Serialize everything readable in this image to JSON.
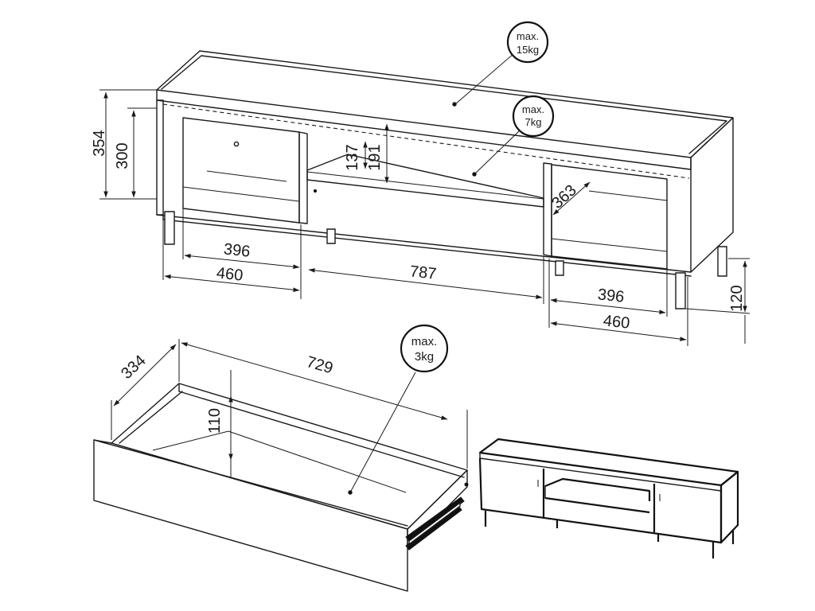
{
  "cabinet": {
    "height_total": "354",
    "height_inner": "300",
    "shelf_upper": "137",
    "shelf_lower": "191",
    "depth": "363",
    "left_inner_width": "396",
    "left_outer_width": "460",
    "center_width": "787",
    "right_inner_width": "396",
    "right_outer_width": "460",
    "leg_height": "120",
    "load_top": {
      "line1": "max.",
      "line2": "15kg"
    },
    "load_shelf": {
      "line1": "max.",
      "line2": "7kg"
    }
  },
  "drawer": {
    "depth": "334",
    "width": "729",
    "height": "110",
    "load": {
      "line1": "max.",
      "line2": "3kg"
    }
  }
}
